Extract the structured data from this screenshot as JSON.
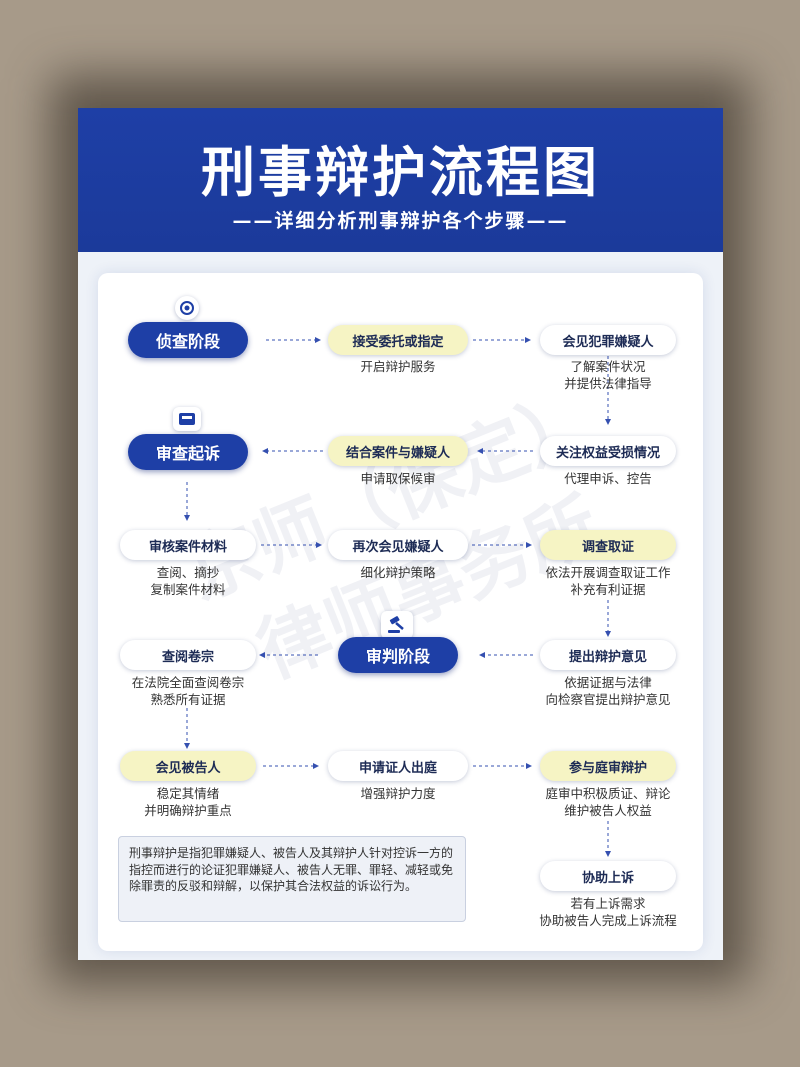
{
  "header": {
    "title": "刑事辩护流程图",
    "subtitle": "——详细分析刑事辩护各个步骤——"
  },
  "watermark": [
    "京师（保定）",
    "律师事务所"
  ],
  "stages": {
    "investigation": "侦查阶段",
    "prosecution": "审查起诉",
    "trial": "审判阶段"
  },
  "steps": {
    "s1": {
      "label": "接受委托或指定",
      "desc": [
        "开启辩护服务"
      ]
    },
    "s2": {
      "label": "会见犯罪嫌疑人",
      "desc": [
        "了解案件状况",
        "并提供法律指导"
      ]
    },
    "s3": {
      "label": "关注权益受损情况",
      "desc": [
        "代理申诉、控告"
      ]
    },
    "s4": {
      "label": "结合案件与嫌疑人",
      "desc": [
        "申请取保候审"
      ]
    },
    "s5": {
      "label": "审核案件材料",
      "desc": [
        "查阅、摘抄",
        "复制案件材料"
      ]
    },
    "s6": {
      "label": "再次会见嫌疑人",
      "desc": [
        "细化辩护策略"
      ]
    },
    "s7": {
      "label": "调查取证",
      "desc": [
        "依法开展调查取证工作",
        "补充有利证据"
      ]
    },
    "s8": {
      "label": "提出辩护意见",
      "desc": [
        "依据证据与法律",
        "向检察官提出辩护意见"
      ]
    },
    "s9": {
      "label": "查阅卷宗",
      "desc": [
        "在法院全面查阅卷宗",
        "熟悉所有证据"
      ]
    },
    "s10": {
      "label": "会见被告人",
      "desc": [
        "稳定其情绪",
        "并明确辩护重点"
      ]
    },
    "s11": {
      "label": "申请证人出庭",
      "desc": [
        "增强辩护力度"
      ]
    },
    "s12": {
      "label": "参与庭审辩护",
      "desc": [
        "庭审中积极质证、辩论",
        "维护被告人权益"
      ]
    },
    "s13": {
      "label": "协助上诉",
      "desc": [
        "若有上诉需求",
        "协助被告人完成上诉流程"
      ]
    }
  },
  "note": "刑事辩护是指犯罪嫌疑人、被告人及其辩护人针对控诉一方的指控而进行的论证犯罪嫌疑人、被告人无罪、罪轻、减轻或免除罪责的反驳和辩解，以保护其合法权益的诉讼行为。",
  "colors": {
    "brand_blue": "#1e3fa6",
    "highlight_yellow": "#f6f4c4",
    "arrow": "#3550b0"
  },
  "icons": [
    "target-icon",
    "inbox-icon",
    "gavel-icon"
  ]
}
